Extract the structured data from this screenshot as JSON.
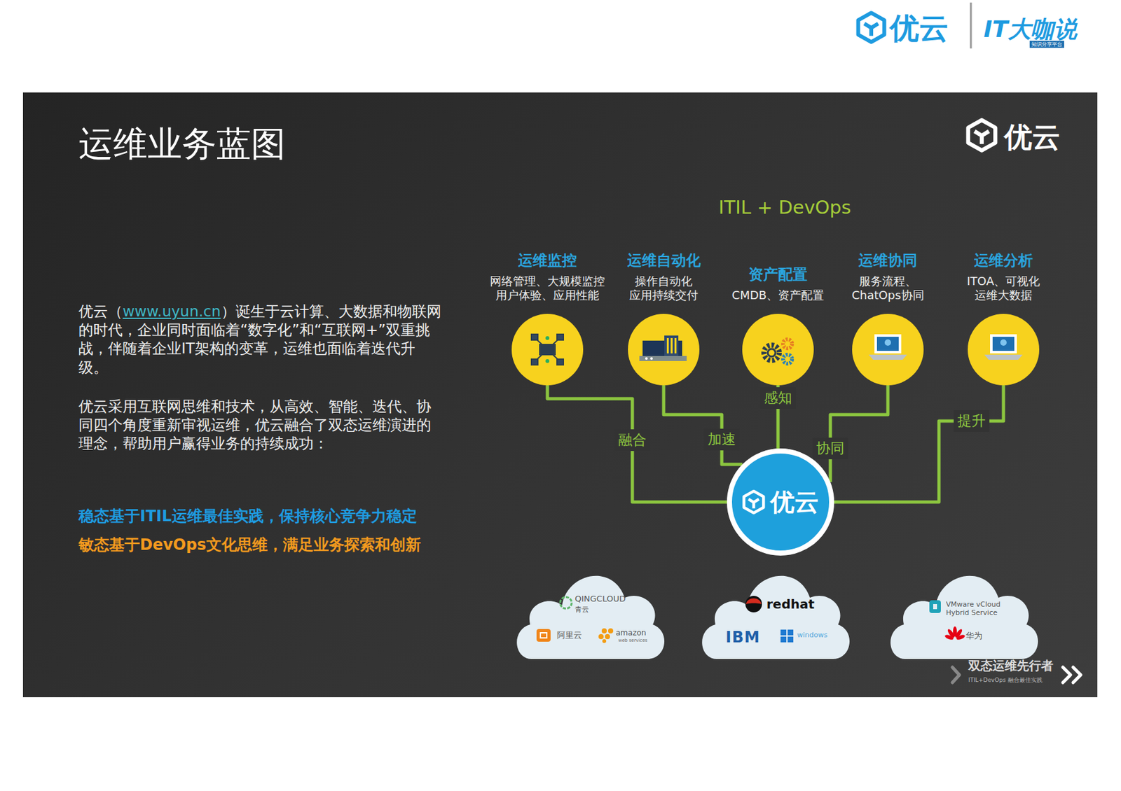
{
  "diagram": {
    "title": "运维业务蓝图",
    "nodes": [
      {
        "text": [
          "运维监控",
          "网络管理、大规模监控 用户体验、应用性能"
        ]
      },
      {
        "text": [
          "运维自动化",
          "操作自动化 应用持续交付"
        ]
      },
      {
        "text": [
          "资产配置",
          "CMDB、资产配置"
        ]
      },
      {
        "text": [
          "运维协同",
          "服务流程、 ChatOps协同"
        ]
      },
      {
        "text": [
          "运维分析",
          "ITOA、可视化 运维大数据"
        ]
      },
      {
        "text": [
          "优云"
        ]
      },
      {
        "text": [
          "QINGCLOUD",
          "青云",
          "阿里云",
          "amazon",
          "web services"
        ]
      },
      {
        "text": [
          "redhat",
          "IBM",
          "windows"
        ]
      },
      {
        "text": [
          "VMware vCloud Hybrid Service",
          "华为"
        ]
      }
    ],
    "edges": [
      {
        "from": 0,
        "to": 5,
        "label": "融合",
        "arrow": "none"
      },
      {
        "from": 1,
        "to": 5,
        "label": "加速",
        "arrow": "none"
      },
      {
        "from": 2,
        "to": 5,
        "label": "感知",
        "arrow": "none"
      },
      {
        "from": 3,
        "to": 5,
        "label": "协同",
        "arrow": "none"
      },
      {
        "from": 4,
        "to": 5,
        "label": "提升",
        "arrow": "none"
      }
    ],
    "labels": [
      "优云",
      "IT大咖说",
      "知识分享平台",
      "优云",
      "ITIL + DevOps",
      "优云（",
      "www.uyun.cn",
      "）诞生于云计算、大数据和物联网的时代，企业同时面临着“数字化”和“互联网+”双重挑战，伴随着企业IT架构的变革，运维也面临着迭代升级。",
      "优云采用互联网思维和技术，从高效、智能、迭代、协同四个角度重新审视运维，优云融合了双态运维演进的理念，帮助用户赢得业务的持续成功：",
      "稳态基于ITIL运维最佳实践，保持核心竞争力稳定",
      "敏态基于DevOps文化思维，满足业务探索和创新",
      "双态运维先行者",
      "ITIL+DevOps 融合最佳实践"
    ]
  }
}
